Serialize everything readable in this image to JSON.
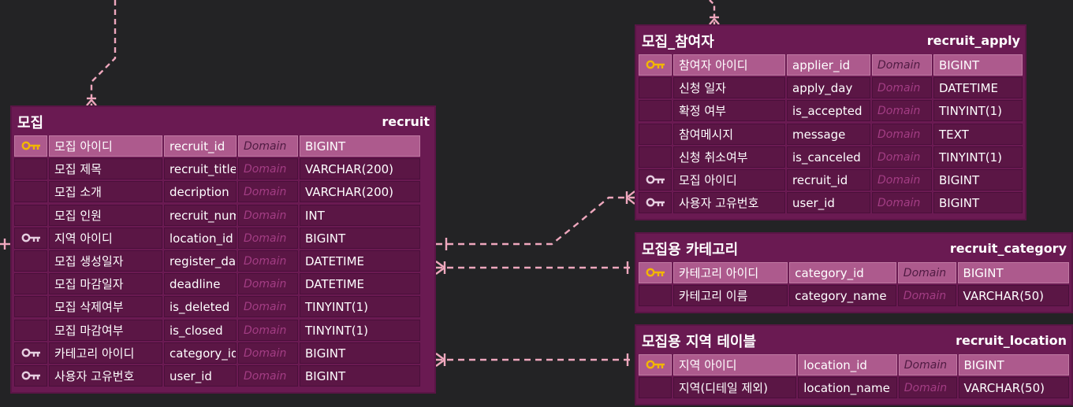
{
  "diagram": {
    "entities": [
      {
        "id": "recruit",
        "logical_name": "모집",
        "physical_name": "recruit",
        "columns": [
          {
            "key": "pk",
            "logical": "모집 아이디",
            "physical": "recruit_id",
            "domain": "Domain",
            "type": "BIGINT"
          },
          {
            "key": "",
            "logical": "모집 제목",
            "physical": "recruit_title",
            "domain": "Domain",
            "type": "VARCHAR(200)"
          },
          {
            "key": "",
            "logical": "모집 소개",
            "physical": "decription",
            "domain": "Domain",
            "type": "VARCHAR(200)"
          },
          {
            "key": "",
            "logical": "모집 인원",
            "physical": "recruit_num",
            "domain": "Domain",
            "type": "INT"
          },
          {
            "key": "fk",
            "logical": "지역 아이디",
            "physical": "location_id",
            "domain": "Domain",
            "type": "BIGINT"
          },
          {
            "key": "",
            "logical": "모집 생성일자",
            "physical": "register_day",
            "domain": "Domain",
            "type": "DATETIME"
          },
          {
            "key": "",
            "logical": "모집 마감일자",
            "physical": "deadline",
            "domain": "Domain",
            "type": "DATETIME"
          },
          {
            "key": "",
            "logical": "모집 삭제여부",
            "physical": "is_deleted",
            "domain": "Domain",
            "type": "TINYINT(1)"
          },
          {
            "key": "",
            "logical": "모집 마감여부",
            "physical": "is_closed",
            "domain": "Domain",
            "type": "TINYINT(1)"
          },
          {
            "key": "fk",
            "logical": "카테고리 아이디",
            "physical": "category_id",
            "domain": "Domain",
            "type": "BIGINT"
          },
          {
            "key": "fk",
            "logical": "사용자 고유번호",
            "physical": "user_id",
            "domain": "Domain",
            "type": "BIGINT"
          }
        ]
      },
      {
        "id": "recruit_apply",
        "logical_name": "모집_참여자",
        "physical_name": "recruit_apply",
        "columns": [
          {
            "key": "pk",
            "logical": "참여자 아이디",
            "physical": "applier_id",
            "domain": "Domain",
            "type": "BIGINT"
          },
          {
            "key": "",
            "logical": "신청 일자",
            "physical": "apply_day",
            "domain": "Domain",
            "type": "DATETIME"
          },
          {
            "key": "",
            "logical": "확정 여부",
            "physical": "is_accepted",
            "domain": "Domain",
            "type": "TINYINT(1)"
          },
          {
            "key": "",
            "logical": "참여메시지",
            "physical": "message",
            "domain": "Domain",
            "type": "TEXT"
          },
          {
            "key": "",
            "logical": "신청 취소여부",
            "physical": "is_canceled",
            "domain": "Domain",
            "type": "TINYINT(1)"
          },
          {
            "key": "fk",
            "logical": "모집 아이디",
            "physical": "recruit_id",
            "domain": "Domain",
            "type": "BIGINT"
          },
          {
            "key": "fk",
            "logical": "사용자 고유번호",
            "physical": "user_id",
            "domain": "Domain",
            "type": "BIGINT"
          }
        ]
      },
      {
        "id": "recruit_category",
        "logical_name": "모집용 카테고리",
        "physical_name": "recruit_category",
        "columns": [
          {
            "key": "pk",
            "logical": "카테고리 아이디",
            "physical": "category_id",
            "domain": "Domain",
            "type": "BIGINT"
          },
          {
            "key": "",
            "logical": "카테고리 이름",
            "physical": "category_name",
            "domain": "Domain",
            "type": "VARCHAR(50)"
          }
        ]
      },
      {
        "id": "recruit_location",
        "logical_name": "모집용 지역 테이블",
        "physical_name": "recruit_location",
        "columns": [
          {
            "key": "pk",
            "logical": "지역 아이디",
            "physical": "location_id",
            "domain": "Domain",
            "type": "BIGINT"
          },
          {
            "key": "",
            "logical": "지역(디테일 제외)",
            "physical": "location_name",
            "domain": "Domain",
            "type": "VARCHAR(50)"
          }
        ]
      }
    ],
    "relationships": [
      {
        "from": "offscreen_top",
        "to": "recruit"
      },
      {
        "from": "offscreen_left",
        "to": "recruit"
      },
      {
        "from": "offscreen_top",
        "to": "recruit_apply"
      },
      {
        "from": "recruit",
        "to": "recruit_apply"
      },
      {
        "from": "recruit_category",
        "to": "recruit"
      },
      {
        "from": "recruit_location",
        "to": "recruit"
      }
    ],
    "colors": {
      "background": "#232325",
      "entity_fill": "#6a1a52",
      "cell_fill": "#5b1645",
      "pk_row_fill": "#ad5a8d",
      "pk_key_icon": "#f2b600",
      "fk_key_icon": "#e6cfe0",
      "relation_line": "#eea7bd"
    }
  }
}
